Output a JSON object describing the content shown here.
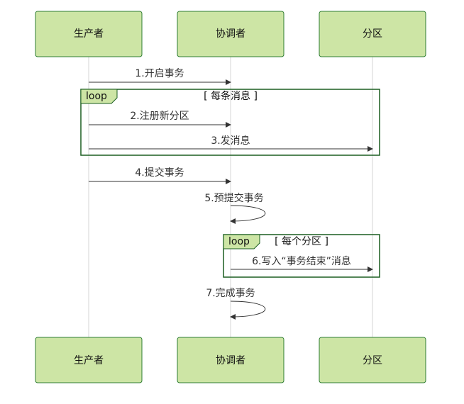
{
  "diagram": {
    "participants": [
      {
        "id": "producer",
        "label": "生产者"
      },
      {
        "id": "coordinator",
        "label": "协调者"
      },
      {
        "id": "partition",
        "label": "分区"
      }
    ],
    "messages": [
      {
        "from": "producer",
        "to": "coordinator",
        "label": "1.开启事务"
      },
      {
        "from": "producer",
        "to": "coordinator",
        "label": "2.注册新分区"
      },
      {
        "from": "producer",
        "to": "partition",
        "label": "3.发消息"
      },
      {
        "from": "producer",
        "to": "coordinator",
        "label": "4.提交事务"
      },
      {
        "from": "coordinator",
        "to": "coordinator",
        "label": "5.预提交事务"
      },
      {
        "from": "coordinator",
        "to": "partition",
        "label": "6.写入“事务结束”消息"
      },
      {
        "from": "coordinator",
        "to": "coordinator",
        "label": "7.完成事务"
      }
    ],
    "loops": [
      {
        "keyword": "loop",
        "condition": "[ 每条消息 ]"
      },
      {
        "keyword": "loop",
        "condition": "[ 每个分区 ]"
      }
    ]
  },
  "colors": {
    "actor_fill": "#cde5a5",
    "actor_border": "#2e7d32",
    "loop_border": "#1b5e20",
    "line": "#333333"
  }
}
